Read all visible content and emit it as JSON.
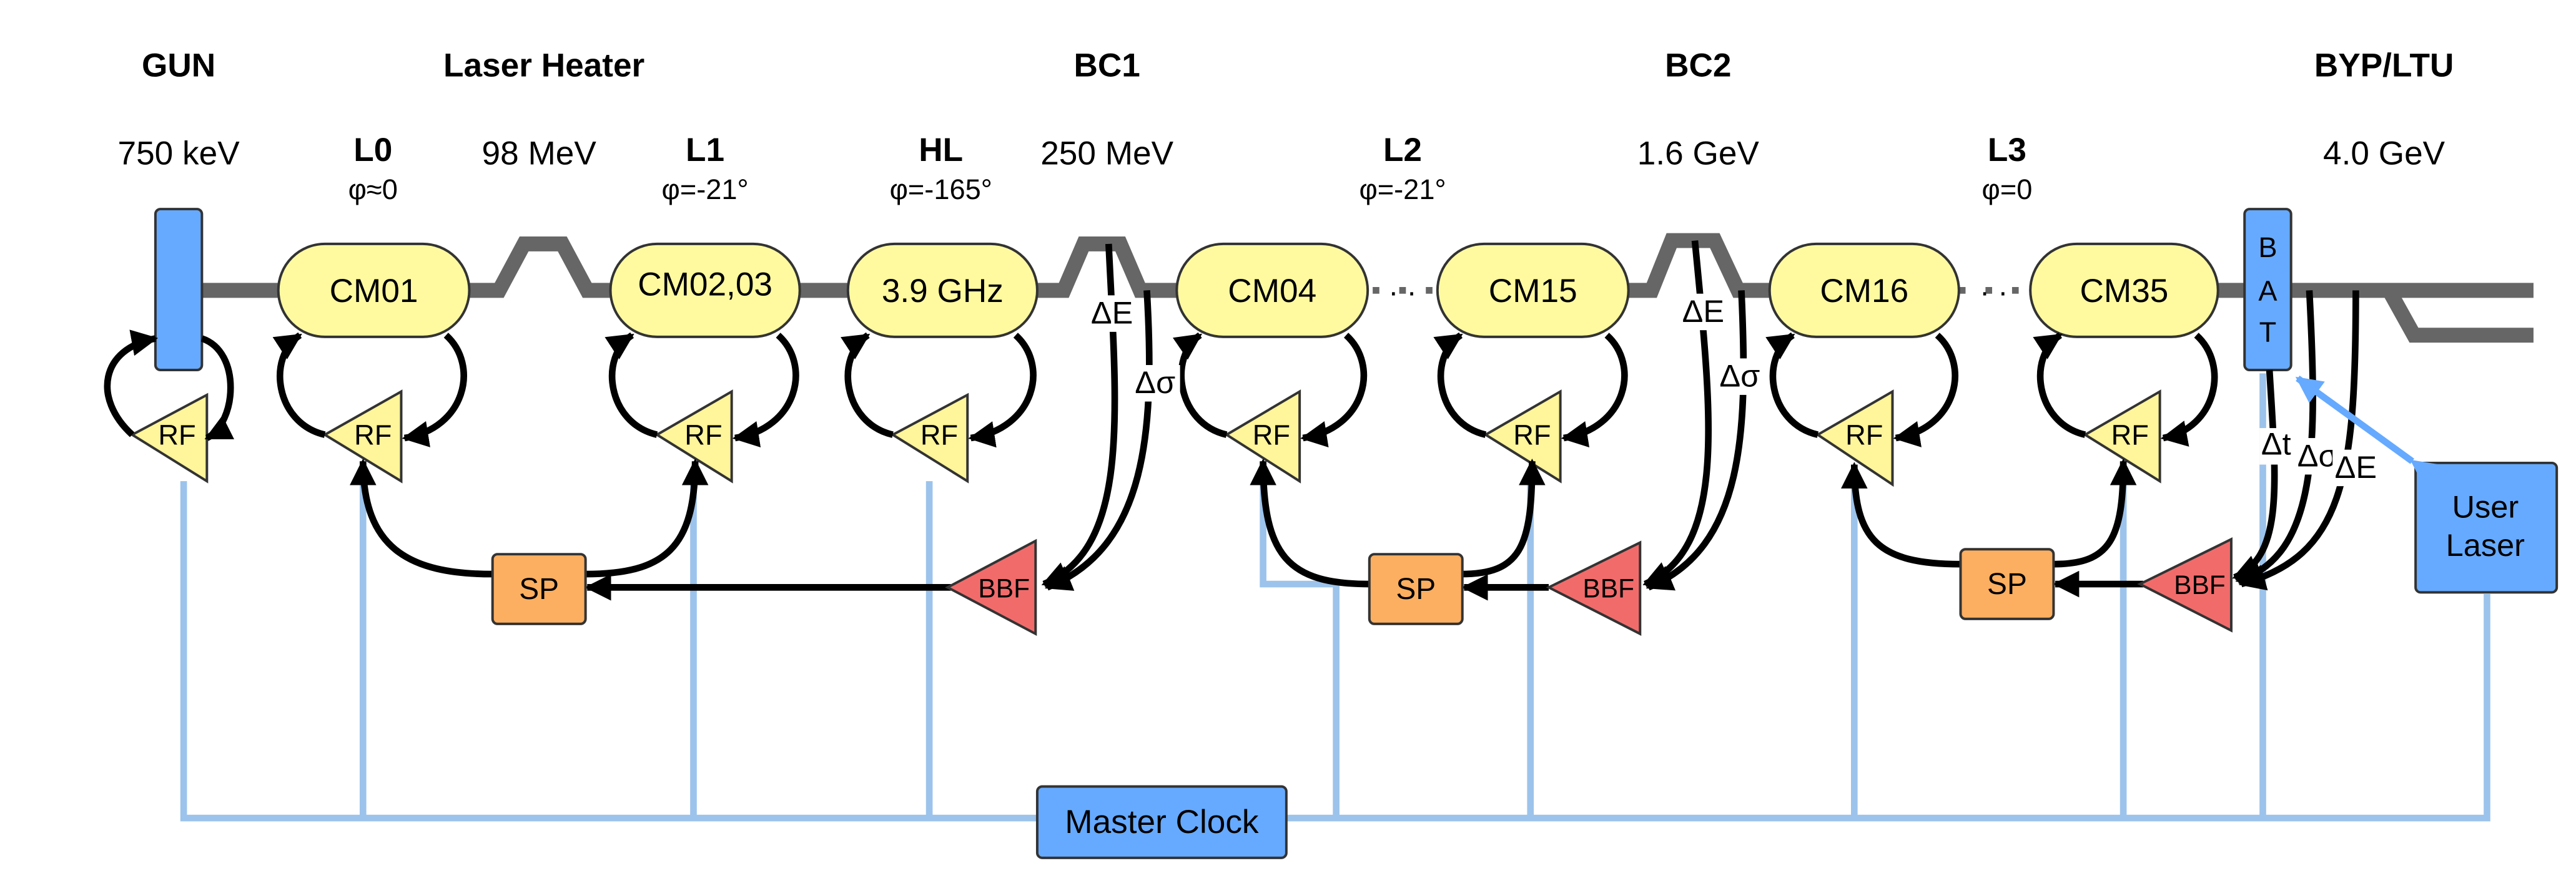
{
  "colors": {
    "cavity": "#fffaa0",
    "rf_amp": "#fff59a",
    "sp": "#fcaf60",
    "bbf": "#f26b6b",
    "blue_box": "#66aaff",
    "beamline": "#666666",
    "clock_line": "#9cc3eb"
  },
  "sections": {
    "gun": "GUN",
    "laser_heater": "Laser Heater",
    "bc1": "BC1",
    "bc2": "BC2",
    "byp_ltu": "BYP/LTU"
  },
  "energies": {
    "gun": "750 keV",
    "lh": "98 MeV",
    "bc1": "250 MeV",
    "bc2": "1.6 GeV",
    "ltu": "4.0 GeV"
  },
  "linacs": {
    "l0": {
      "name": "L0",
      "phase": "φ≈0"
    },
    "l1": {
      "name": "L1",
      "phase": "φ=-21°"
    },
    "hl": {
      "name": "HL",
      "phase": "φ=-165°"
    },
    "l2": {
      "name": "L2",
      "phase": "φ=-21°"
    },
    "l3": {
      "name": "L3",
      "phase": "φ=0"
    }
  },
  "cryomodules": {
    "cm01": "CM01",
    "cm0203": "CM02,03",
    "hl": "3.9 GHz",
    "cm04": "CM04",
    "cm15": "CM15",
    "cm16": "CM16",
    "cm35": "CM35"
  },
  "rf_label": "RF",
  "sp_label": "SP",
  "bbf_label": "BBF",
  "bat_letters": [
    "B",
    "A",
    "T"
  ],
  "signals": {
    "delta_e": "ΔE",
    "delta_sigma": "Δσ",
    "delta_t": "Δt"
  },
  "dots": "· ·",
  "user_laser": [
    "User",
    "Laser"
  ],
  "master_clock": "Master Clock"
}
